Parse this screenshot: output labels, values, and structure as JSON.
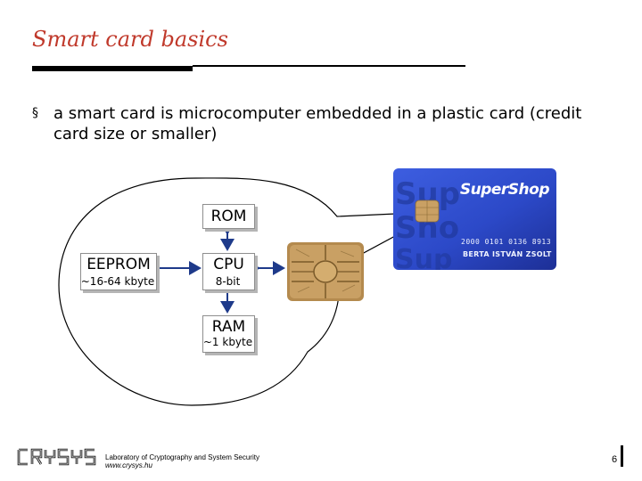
{
  "slide": {
    "title": "Smart card basics",
    "bullet": "a smart card is microcomputer embedded in a plastic card (credit card size or smaller)"
  },
  "diagram": {
    "rom": {
      "label": "ROM"
    },
    "cpu": {
      "label": "CPU",
      "sub": "8-bit"
    },
    "eeprom": {
      "label": "EEPROM",
      "sub": "~16-64 kbyte"
    },
    "ram": {
      "label": "RAM",
      "sub": "~1 kbyte"
    }
  },
  "card": {
    "brand": "SuperShop",
    "number": "2000 0101 0136 8913",
    "holder": "BERTA ISTVÁN ZSOLT"
  },
  "footer": {
    "logo": "CRYSYS",
    "lab": "Laboratory of Cryptography and System Security",
    "url": "www.crysys.hu",
    "page": "6"
  },
  "colors": {
    "title": "#c0392b",
    "arrow": "#1e3a8a",
    "card": "#2f4fd6"
  }
}
